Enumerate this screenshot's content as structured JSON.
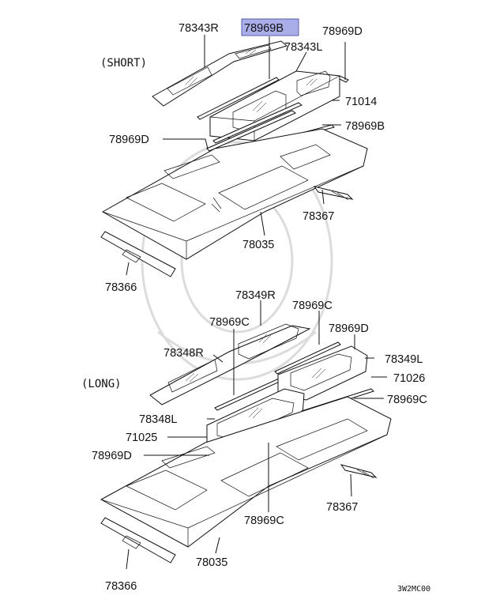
{
  "diagram_code": "3W2MC00",
  "highlight_color": "#a9aee8",
  "short_section": {
    "variant_label": "(SHORT)",
    "callouts": [
      "78343R",
      "78969B",
      "78969D",
      "78343L",
      "71014",
      "78969B",
      "78969D",
      "78367",
      "78035",
      "78366"
    ]
  },
  "long_section": {
    "variant_label": "(LONG)",
    "callouts": [
      "78349R",
      "78969C",
      "78969C",
      "78969D",
      "78348R",
      "78349L",
      "71026",
      "78969C",
      "78348L",
      "71025",
      "78969D",
      "78367",
      "78969C",
      "78035",
      "78366"
    ]
  }
}
